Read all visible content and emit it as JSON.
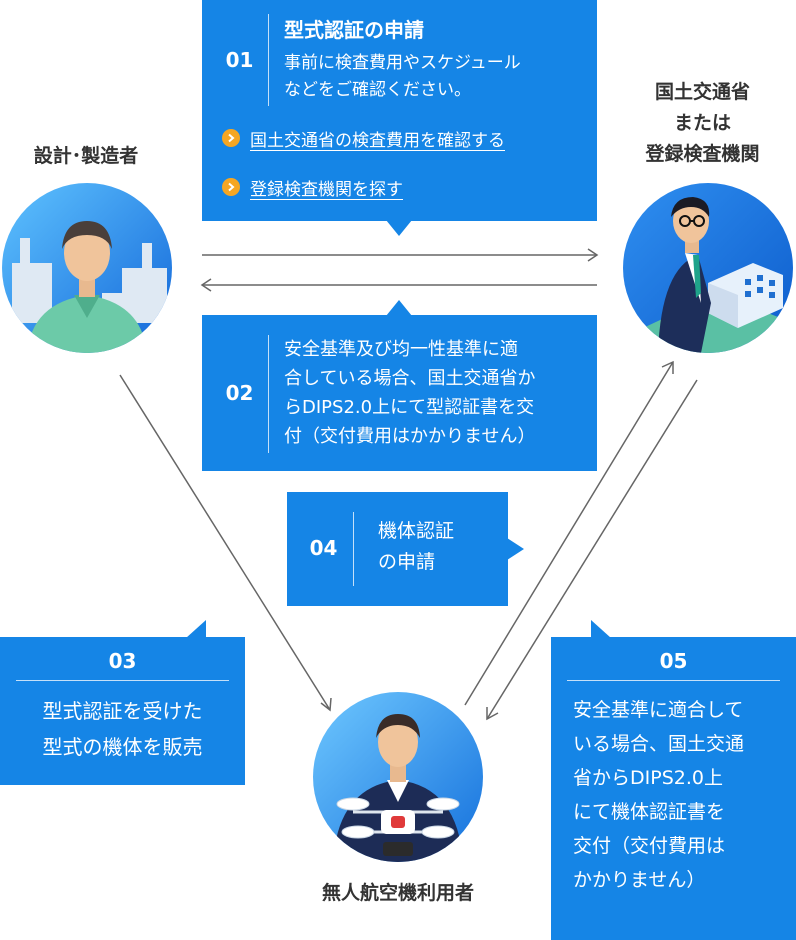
{
  "actors": {
    "manufacturer": "設計･製造者",
    "authority": [
      "国土交通省",
      "または",
      "登録検査機関"
    ],
    "user": "無人航空機利用者"
  },
  "steps": {
    "s01": {
      "num": "01",
      "title": "型式認証の申請",
      "lines": [
        "事前に検査費用やスケジュール",
        "などをご確認ください。"
      ],
      "links": [
        "国土交通省の検査費用を確認する",
        "登録検査機関を探す"
      ]
    },
    "s02": {
      "num": "02",
      "lines": [
        "安全基準及び均一性基準に適",
        "合している場合、国土交通省か",
        "らDIPS2.0上にて型認証書を交",
        "付（交付費用はかかりません）"
      ]
    },
    "s03": {
      "num": "03",
      "lines": [
        "型式認証を受けた",
        "型式の機体を販売"
      ]
    },
    "s04": {
      "num": "04",
      "lines": [
        "機体認証",
        "の申請"
      ]
    },
    "s05": {
      "num": "05",
      "lines": [
        "安全基準に適合して",
        "いる場合、国土交通",
        "省からDIPS2.0上",
        "にて機体認証書を",
        "交付（交付費用は",
        "かかりません）"
      ]
    }
  },
  "colors": {
    "box": "#1585e6",
    "arrow": "#666666",
    "link_icon": "#f5a623"
  },
  "icons": [
    "manufacturer-avatar",
    "official-avatar",
    "drone-operator-avatar",
    "chevron-right-icon"
  ]
}
